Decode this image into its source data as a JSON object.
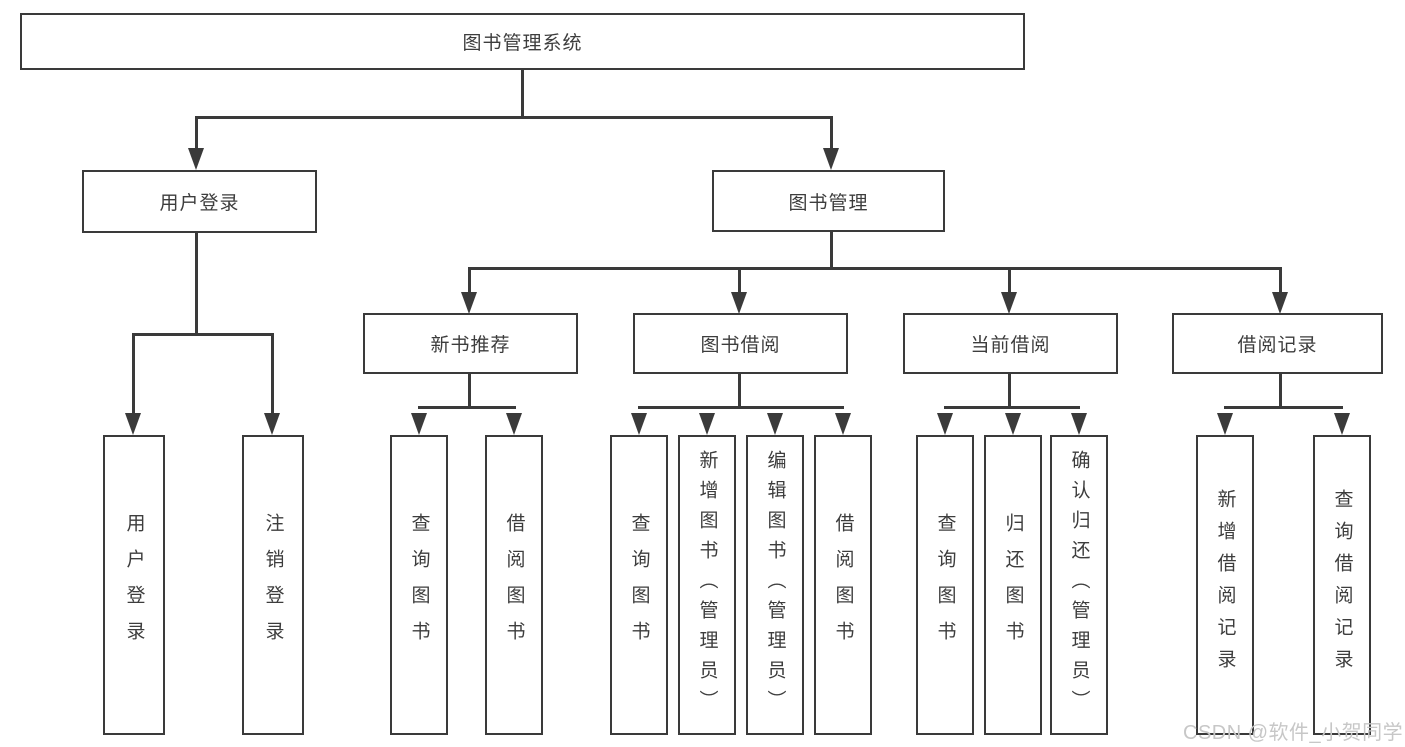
{
  "nodes": {
    "root": "图书管理系统",
    "user_branch": "用户登录",
    "mgmt_branch": "图书管理",
    "newbook": "新书推荐",
    "borrow": "图书借阅",
    "current": "当前借阅",
    "record": "借阅记录"
  },
  "leaves": {
    "user_login": "用户登录",
    "logout": "注销登录",
    "nb_query": "查询图书",
    "nb_borrow": "借阅图书",
    "bb_query": "查询图书",
    "bb_add": "新增图书（管理员）",
    "bb_edit": "编辑图书（管理员）",
    "bb_borrow": "借阅图书",
    "cb_query": "查询图书",
    "cb_return": "归还图书",
    "cb_confirm": "确认归还（管理员）",
    "br_add": "新增借阅记录",
    "br_query": "查询借阅记录"
  },
  "watermark": {
    "text": "CSDN @软件_小贺同学"
  },
  "colors": {
    "line": "#3a3a3a",
    "text": "#3d3d3d",
    "watermark": "#c7c7c7",
    "bg": "#ffffff"
  }
}
